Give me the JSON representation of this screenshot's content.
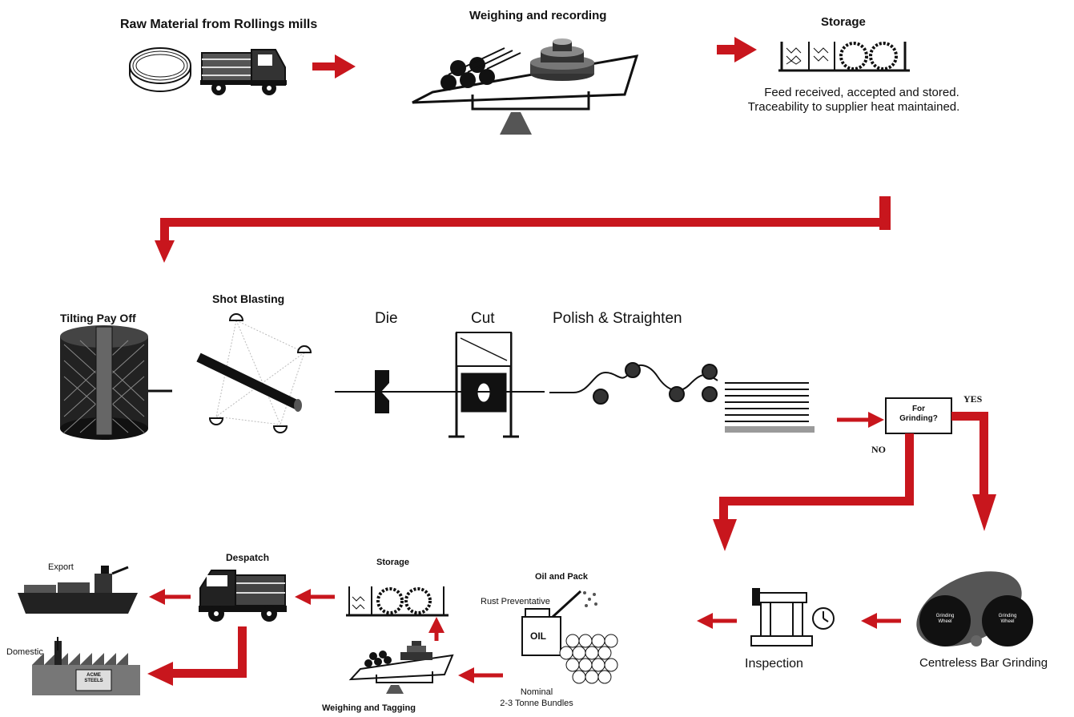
{
  "labels": {
    "raw_material": "Raw Material from Rollings mills",
    "weighing_recording": "Weighing and recording",
    "storage_top": "Storage",
    "storage_note_1": "Feed received, accepted and stored.",
    "storage_note_2": "Traceability to supplier heat maintained.",
    "tilting": "Tilting Pay Off",
    "shot_blasting": "Shot Blasting",
    "die": "Die",
    "cut": "Cut",
    "polish": "Polish & Straighten",
    "for_grinding_1": "For",
    "for_grinding_2": "Grinding?",
    "yes": "YES",
    "no": "NO",
    "inspection": "Inspection",
    "centreless": "Centreless Bar Grinding",
    "grinding_wheel_a_1": "Grinding",
    "grinding_wheel_a_2": "Wheel",
    "grinding_wheel_b_1": "Grinding",
    "grinding_wheel_b_2": "Wheel",
    "oil_pack": "Oil and Pack",
    "rust": "Rust Preventative",
    "oil": "OIL",
    "nominal_1": "Nominal",
    "nominal_2": "2-3 Tonne Bundles",
    "storage_bottom": "Storage",
    "weighing_tagging": "Weighing and Tagging",
    "despatch": "Despatch",
    "export": "Export",
    "domestic": "Domestic",
    "acme_1": "ACME",
    "acme_2": "STEELS"
  },
  "colors": {
    "arrow": "#c8161d",
    "ink": "#111111",
    "grey": "#9a9a9a"
  }
}
